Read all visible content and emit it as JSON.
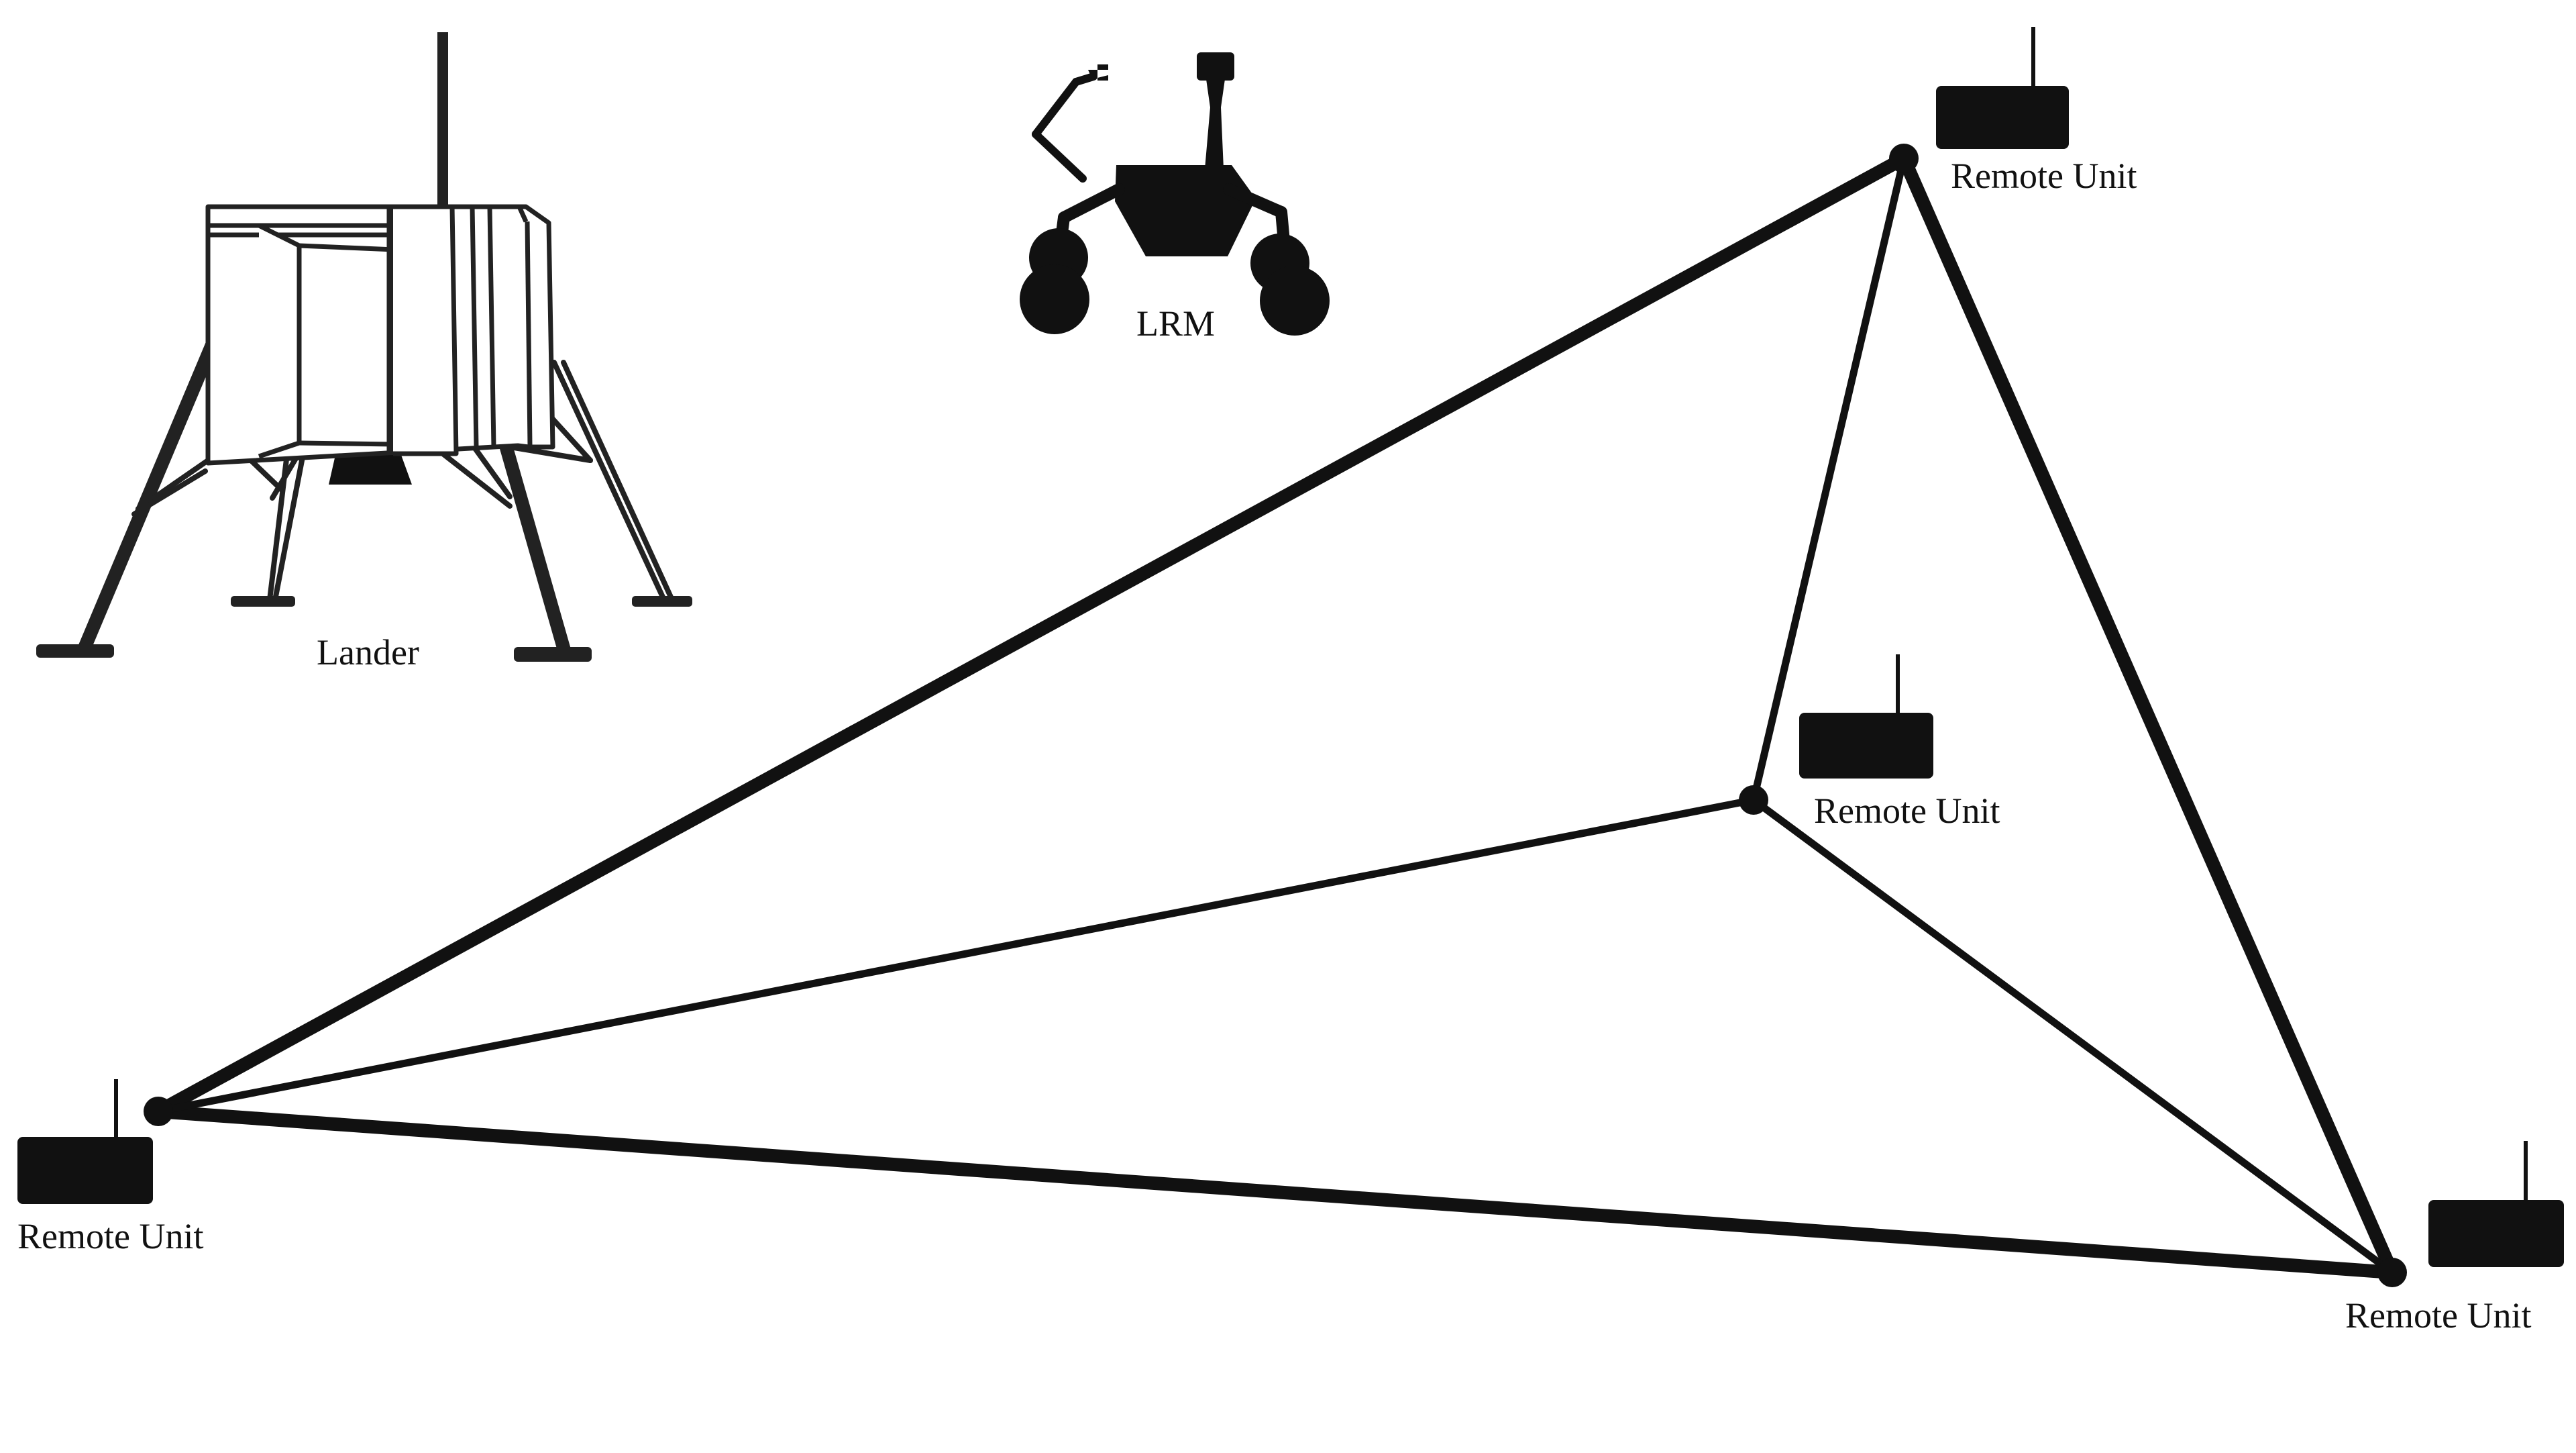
{
  "labels": {
    "lander": "Lander",
    "rover": "LRM",
    "unit_top": "Remote Unit",
    "unit_middle": "Remote Unit",
    "unit_left": "Remote Unit",
    "unit_right": "Remote Unit"
  },
  "colors": {
    "ink": "#111111",
    "background": "#ffffff"
  },
  "links": [
    {
      "from": "unit_left",
      "to": "unit_top",
      "weight": "thick"
    },
    {
      "from": "unit_top",
      "to": "unit_right",
      "weight": "thick"
    },
    {
      "from": "unit_left",
      "to": "unit_right",
      "weight": "thick"
    },
    {
      "from": "unit_left",
      "to": "unit_middle",
      "weight": "thin"
    },
    {
      "from": "unit_top",
      "to": "unit_middle",
      "weight": "thin"
    },
    {
      "from": "unit_middle",
      "to": "unit_right",
      "weight": "thin"
    }
  ]
}
